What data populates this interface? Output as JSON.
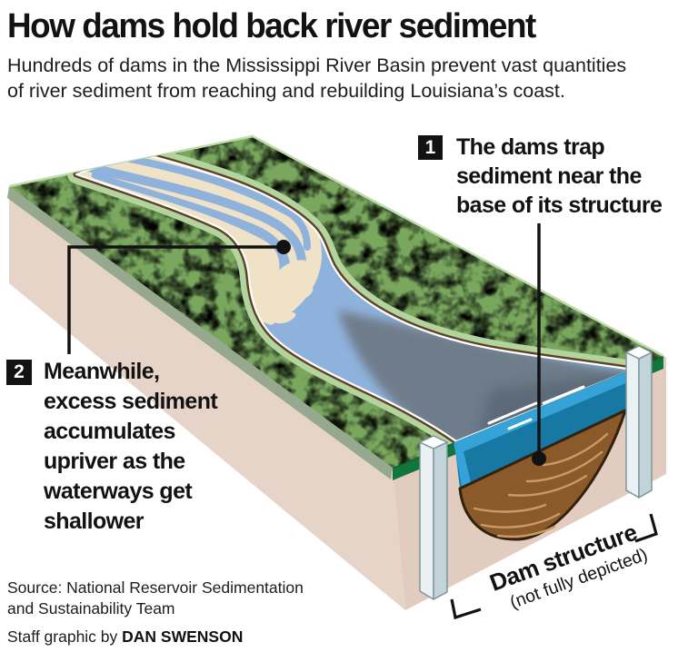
{
  "header": {
    "title": "How dams hold back river sediment",
    "subtitle_lines": [
      "Hundreds of dams in the Mississippi River Basin prevent vast quantities",
      "of river sediment from reaching and rebuilding Louisiana’s coast."
    ]
  },
  "annotations": {
    "one": {
      "number": "1",
      "lines": [
        "The dams trap",
        "sediment near the",
        "base of its structure"
      ]
    },
    "two": {
      "number": "2",
      "lines": [
        "Meanwhile,",
        "excess sediment",
        "accumulates",
        "upriver as the",
        "waterways get",
        "shallower"
      ]
    }
  },
  "dam_label": {
    "name": "Dam structure",
    "qualifier": "(not fully depicted)"
  },
  "footer": {
    "source_lines": [
      "Source: National Reservoir Sedimentation",
      "and Sustainability Team"
    ],
    "credit_prefix": "Staff graphic by ",
    "credit_name": "DAN SWENSON"
  },
  "colors": {
    "ink": "#121212",
    "forest_base": "#79a75e",
    "forest_dark": "#47822f",
    "forest_light": "#a9cc8b",
    "edge_highlight": "#c2dbae",
    "marsh_green": "#b3d49e",
    "bank_brown": "#5e4124",
    "river_blue": "#8fb2dc",
    "sediment_cream": "#efe2c6",
    "plume_gray": "#6e7a86",
    "plume_dark": "#55646f",
    "cross_teal": "#1678a3",
    "bright_blue": "#35a3d8",
    "sediment_brown": "#8a5a2b",
    "sediment_streak": "#c99c63",
    "bowl_outline": "#32210f",
    "soil_pink": "#e7d4c8",
    "soil_pink_dark": "#e2ccbf",
    "cliff_green": "#96a88e",
    "cut_green": "#11763c",
    "cut_green_dark": "#0b5e2e",
    "pillar_light": "#e9f1f3",
    "pillar_mid": "#c0d4d9",
    "pillar_outline": "#7d9198"
  }
}
